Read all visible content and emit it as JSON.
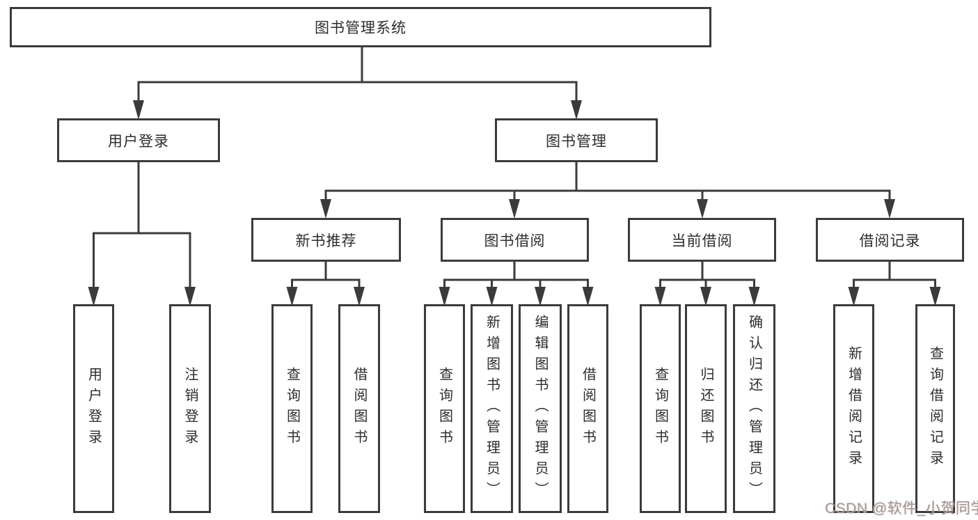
{
  "diagram": {
    "root": {
      "label": "图书管理系统"
    },
    "level2": [
      {
        "id": "user-login",
        "label": "用户登录"
      },
      {
        "id": "book-management",
        "label": "图书管理"
      }
    ],
    "level3": [
      {
        "id": "new-book-recommend",
        "label": "新书推荐",
        "parent": "book-management"
      },
      {
        "id": "book-borrowing",
        "label": "图书借阅",
        "parent": "book-management"
      },
      {
        "id": "current-borrowing",
        "label": "当前借阅",
        "parent": "book-management"
      },
      {
        "id": "borrowing-records",
        "label": "借阅记录",
        "parent": "book-management"
      }
    ],
    "leaves": [
      {
        "parent": "user-login",
        "label": "用户登录"
      },
      {
        "parent": "user-login",
        "label": "注销登录"
      },
      {
        "parent": "new-book-recommend",
        "label": "查询图书"
      },
      {
        "parent": "new-book-recommend",
        "label": "借阅图书"
      },
      {
        "parent": "book-borrowing",
        "label": "查询图书"
      },
      {
        "parent": "book-borrowing",
        "label": "新增图书（管理员）"
      },
      {
        "parent": "book-borrowing",
        "label": "编辑图书（管理员）"
      },
      {
        "parent": "book-borrowing",
        "label": "借阅图书"
      },
      {
        "parent": "current-borrowing",
        "label": "查询图书"
      },
      {
        "parent": "current-borrowing",
        "label": "归还图书"
      },
      {
        "parent": "current-borrowing",
        "label": "确认归还（管理员）"
      },
      {
        "parent": "borrowing-records",
        "label": "新增借阅记录"
      },
      {
        "parent": "borrowing-records",
        "label": "查询借阅记录"
      }
    ]
  },
  "watermark": "CSDN @软件_小贺同学",
  "colors": {
    "line": "#3b3b3e",
    "box_border": "#3b3b3e",
    "text": "#2d2d30",
    "watermark": "#9c9898",
    "background": "#ffffff"
  }
}
